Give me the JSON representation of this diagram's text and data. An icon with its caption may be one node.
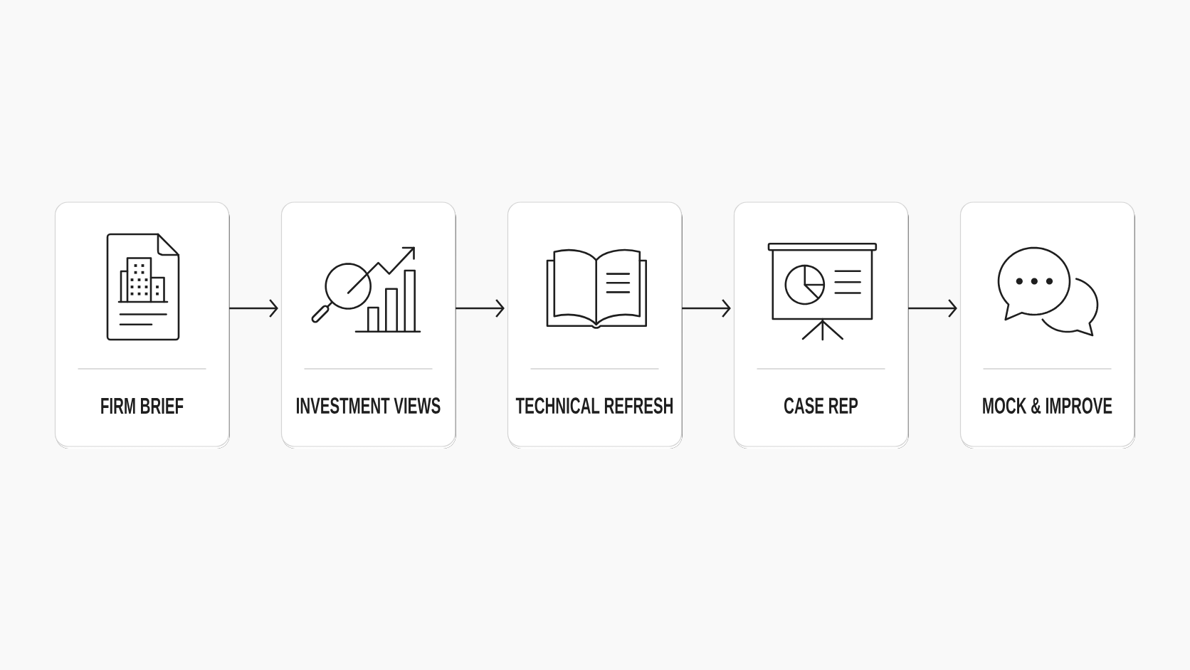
{
  "diagram": {
    "nodes": [
      {
        "text": [
          "FIRM BRIEF"
        ]
      },
      {
        "text": [
          "INVESTMENT VIEWS"
        ]
      },
      {
        "text": [
          "TECHNICAL REFRESH"
        ]
      },
      {
        "text": [
          "CASE REP"
        ]
      },
      {
        "text": [
          "MOCK & IMPROVE"
        ]
      }
    ],
    "edges": [
      {
        "from": 0,
        "to": 1,
        "arrow": "to"
      },
      {
        "from": 1,
        "to": 2,
        "arrow": "to"
      },
      {
        "from": 2,
        "to": 3,
        "arrow": "to"
      },
      {
        "from": 3,
        "to": 4,
        "arrow": "to"
      }
    ]
  }
}
